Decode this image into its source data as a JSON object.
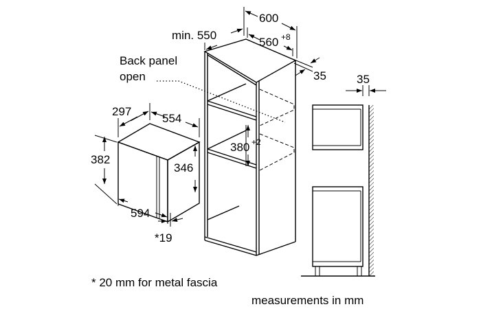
{
  "dimensions": {
    "cabinet_width": "600",
    "cabinet_min_depth": "min. 550",
    "niche_width": "560",
    "niche_width_tol": "+8",
    "back_gap": "35",
    "niche_height": "380",
    "niche_height_tol": "+2",
    "appliance_depth": "297",
    "appliance_side": "554",
    "appliance_height": "382",
    "appliance_inner_height": "346",
    "appliance_width": "594",
    "fascia_note_ref": "*19",
    "side_view_gap": "35"
  },
  "labels": {
    "back_panel_line1": "Back panel",
    "back_panel_line2": "open",
    "footnote": "* 20 mm for metal fascia",
    "units_note": "measurements in mm"
  }
}
